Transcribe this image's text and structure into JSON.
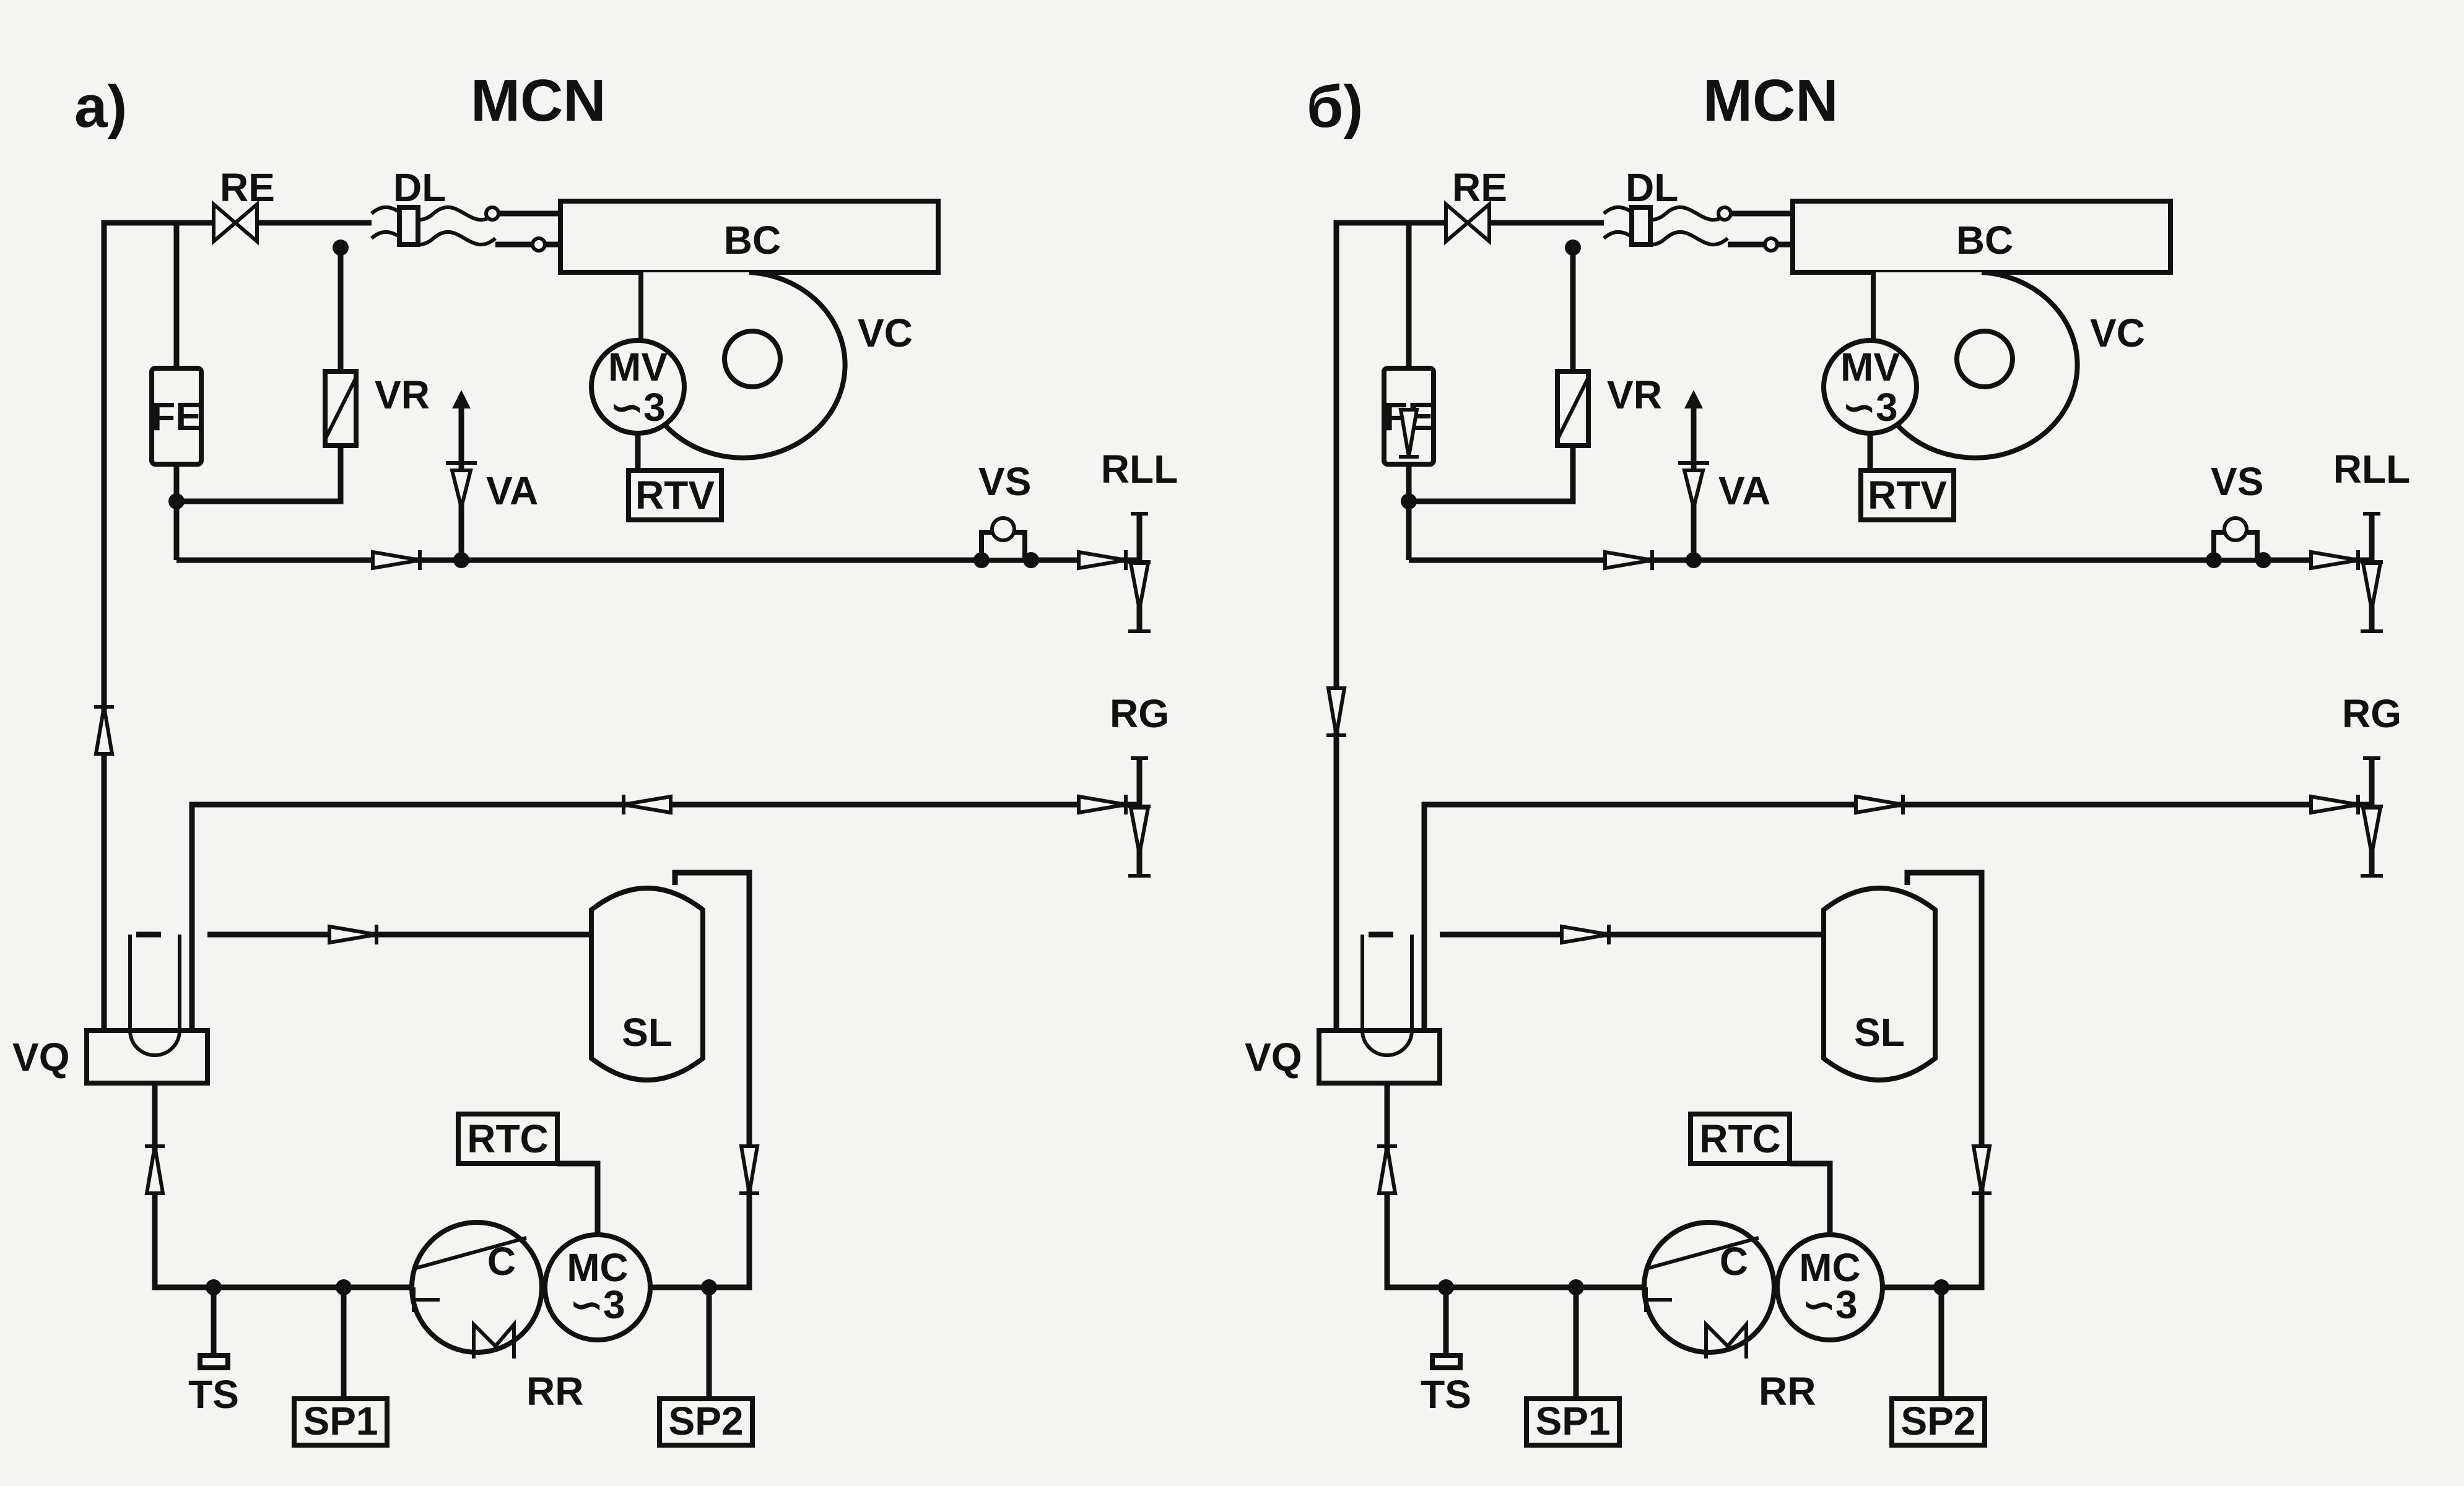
{
  "colors": {
    "ink": "#111111",
    "paper": "#f4f4f2"
  },
  "diagrams": [
    {
      "panel": "а)",
      "title": "MCN",
      "labels": {
        "RE": "RE",
        "DL": "DL",
        "BC": "BC",
        "VC": "VC",
        "FE": "FE",
        "VR": "VR",
        "MV": "MV",
        "MV_phase": "∽3",
        "RTV": "RTV",
        "VA": "VA",
        "VS": "VS",
        "RLL": "RLL",
        "RG": "RG",
        "SL": "SL",
        "VQ": "VQ",
        "RTC": "RTC",
        "C": "C",
        "MC": "MC",
        "MC_phase": "∽3",
        "TS": "TS",
        "SP1": "SP1",
        "RR": "RR",
        "SP2": "SP2"
      }
    },
    {
      "panel": "б)",
      "title": "MCN",
      "labels": {
        "RE": "RE",
        "DL": "DL",
        "BC": "BC",
        "VC": "VC",
        "FE": "FE",
        "VR": "VR",
        "MV": "MV",
        "MV_phase": "∽3",
        "RTV": "RTV",
        "VA": "VA",
        "VS": "VS",
        "RLL": "RLL",
        "RG": "RG",
        "SL": "SL",
        "VQ": "VQ",
        "RTC": "RTC",
        "C": "C",
        "MC": "MC",
        "MC_phase": "∽3",
        "TS": "TS",
        "SP1": "SP1",
        "RR": "RR",
        "SP2": "SP2"
      }
    }
  ]
}
